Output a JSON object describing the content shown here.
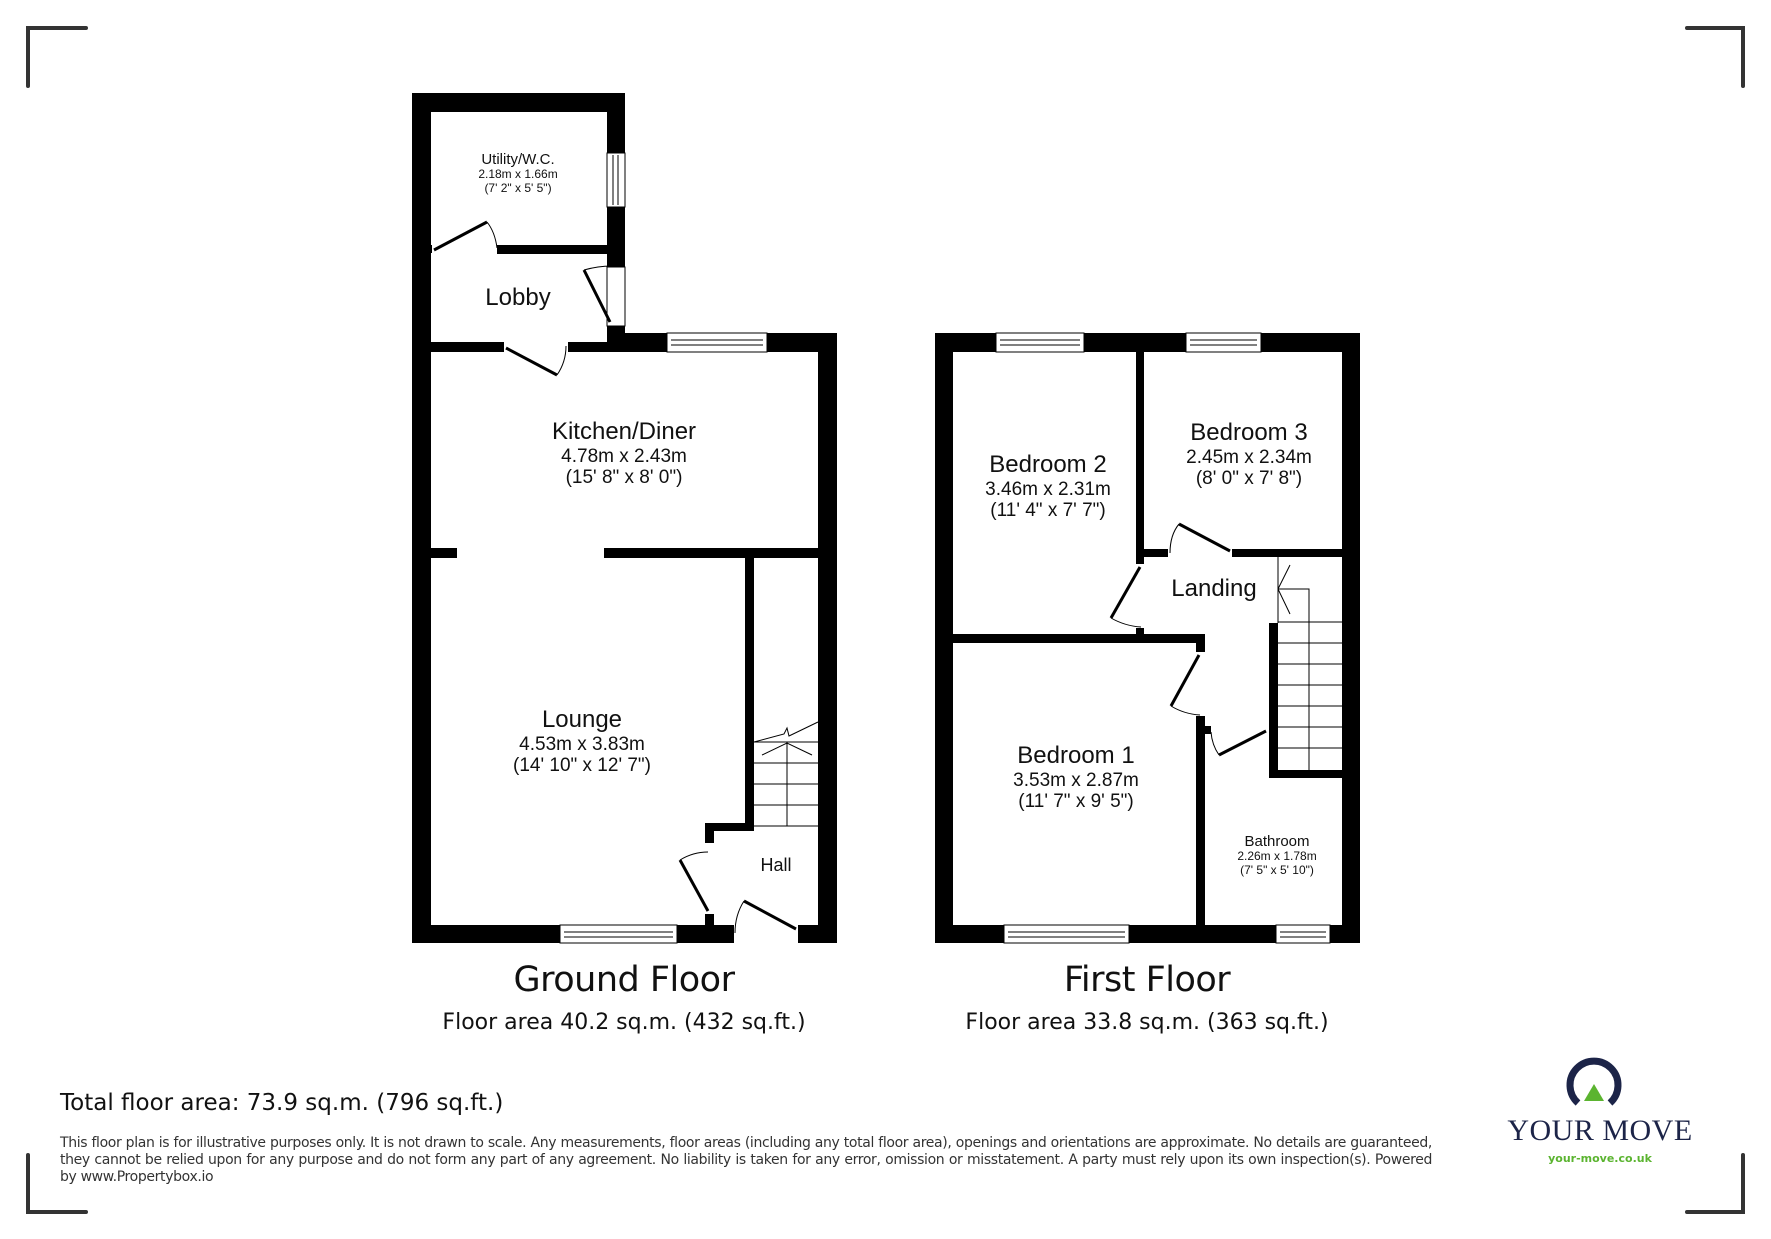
{
  "ground_floor": {
    "title": "Ground Floor",
    "area": "Floor area 40.2 sq.m. (432 sq.ft.)",
    "rooms": {
      "utility": {
        "name": "Utility/W.C.",
        "metric": "2.18m x 1.66m",
        "imperial": "(7' 2\" x 5' 5\")"
      },
      "lobby": {
        "name": "Lobby"
      },
      "kitchen": {
        "name": "Kitchen/Diner",
        "metric": "4.78m x 2.43m",
        "imperial": "(15' 8\" x 8' 0\")"
      },
      "lounge": {
        "name": "Lounge",
        "metric": "4.53m x 3.83m",
        "imperial": "(14' 10\" x 12' 7\")"
      },
      "hall": {
        "name": "Hall"
      }
    }
  },
  "first_floor": {
    "title": "First Floor",
    "area": "Floor area 33.8 sq.m. (363 sq.ft.)",
    "rooms": {
      "bedroom2": {
        "name": "Bedroom 2",
        "metric": "3.46m x 2.31m",
        "imperial": "(11' 4\" x 7' 7\")"
      },
      "bedroom3": {
        "name": "Bedroom 3",
        "metric": "2.45m x 2.34m",
        "imperial": "(8' 0\" x 7' 8\")"
      },
      "landing": {
        "name": "Landing"
      },
      "bedroom1": {
        "name": "Bedroom 1",
        "metric": "3.53m x 2.87m",
        "imperial": "(11' 7\" x 9' 5\")"
      },
      "bathroom": {
        "name": "Bathroom",
        "metric": "2.26m x 1.78m",
        "imperial": "(7' 5\" x 5' 10\")"
      }
    }
  },
  "total_area": "Total floor area: 73.9 sq.m. (796 sq.ft.)",
  "disclaimer": "This floor plan is for illustrative purposes only. It is not drawn to scale. Any measurements, floor areas (including any total floor area), openings and orientations are approximate. No details are guaranteed, they cannot be relied upon for any purpose and do not form any part of any agreement. No liability is taken for any error, omission or misstatement. A party must rely upon its own inspection(s). Powered by www.Propertybox.io",
  "logo": {
    "brand": "YOUR MOVE",
    "url": "your-move.co.uk",
    "colors": {
      "navy": "#1c2448",
      "green": "#5bb430"
    }
  },
  "colors": {
    "wall": "#000000",
    "bracket": "#333333",
    "background": "#ffffff"
  }
}
